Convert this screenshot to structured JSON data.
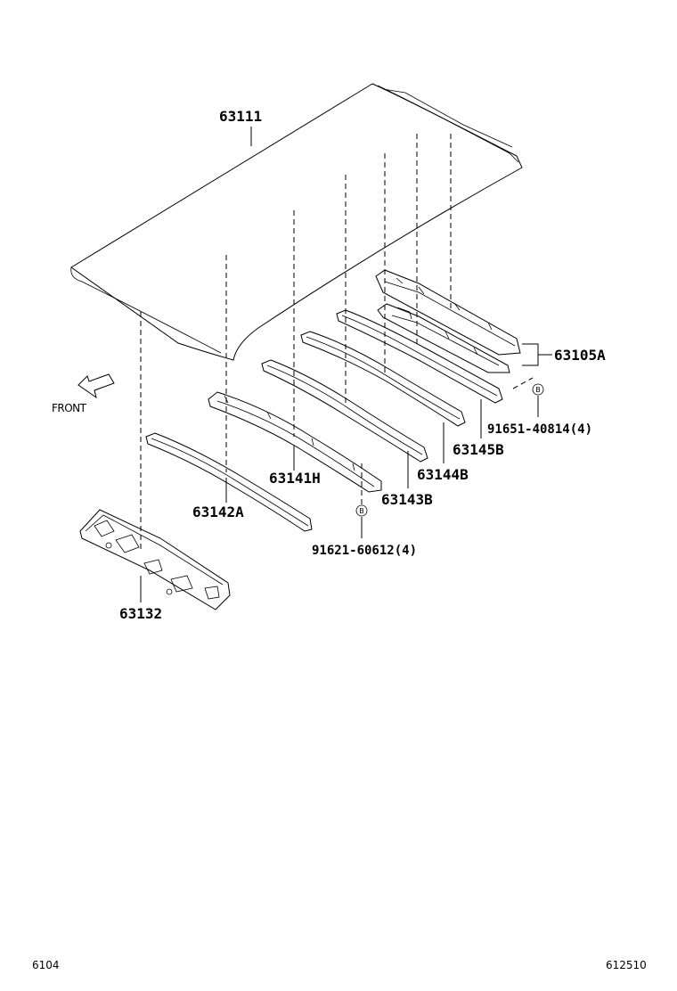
{
  "diagram": {
    "front_label": "FRONT",
    "bolt_badge": "B",
    "parts": {
      "p63111": "63111",
      "p63105A": "63105A",
      "p91651": "91651-40814(4)",
      "p63145B": "63145B",
      "p63144B": "63144B",
      "p63141H": "63141H",
      "p63143B": "63143B",
      "p63142A": "63142A",
      "p91621": "91621-60612(4)",
      "p63132": "63132"
    },
    "footer": {
      "left_code": "6104",
      "right_code": "612510"
    }
  }
}
